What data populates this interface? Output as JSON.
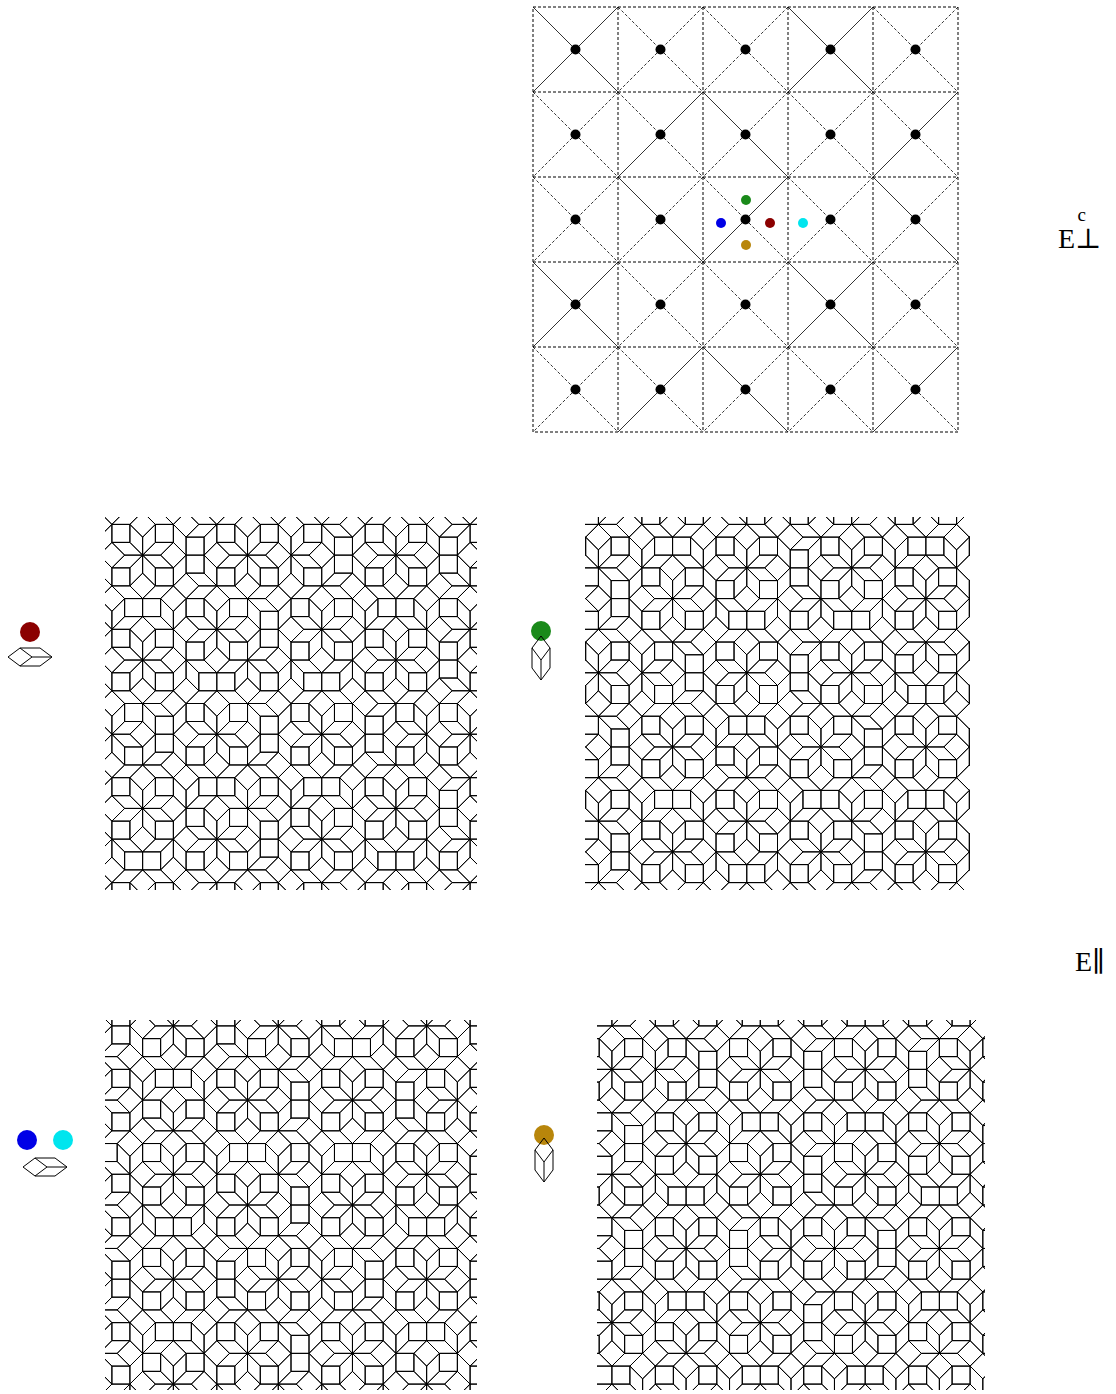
{
  "diagram": {
    "labels": [
      "E⊥",
      "c",
      "E∥"
    ]
  }
}
